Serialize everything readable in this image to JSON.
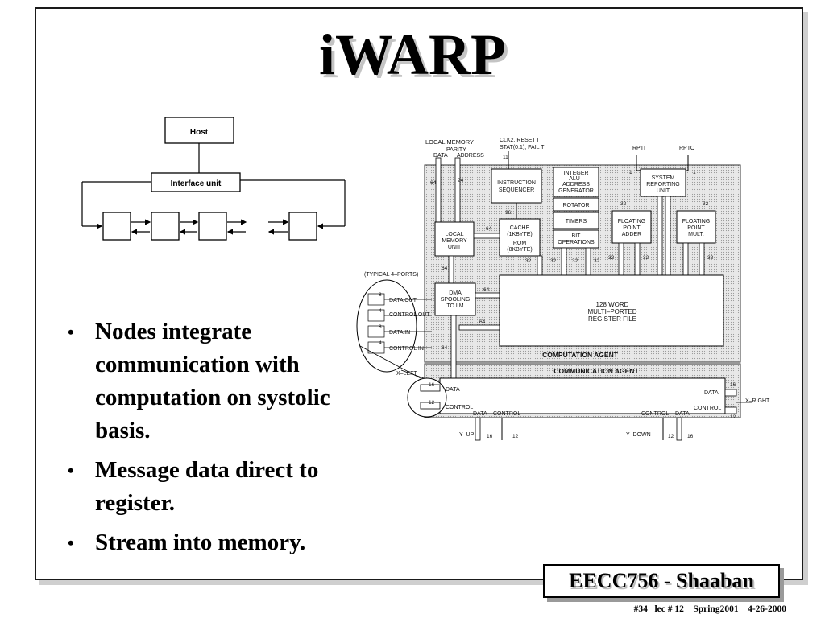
{
  "title": "iWARP",
  "network": {
    "host_label": "Host",
    "interface_label": "Interface unit"
  },
  "arch": {
    "local_memory": "LOCAL MEMORY",
    "parity": "PARITY",
    "data": "DATA",
    "address": "ADDRESS",
    "clk_line1": "CLK2, RESET I",
    "clk_line2": "STAT(0:1), FAIL T",
    "rpti": "RPTI",
    "rpto": "RPTO",
    "instruction_sequencer_1": "INSTRUCTION",
    "instruction_sequencer_2": "SEQUENCER",
    "integer_alu_1": "INTEGER",
    "integer_alu_2": "ALU–",
    "integer_alu_3": "ADDRESS",
    "integer_alu_4": "GENERATOR",
    "rotator": "ROTATOR",
    "timers": "TIMERS",
    "bit_ops_1": "BIT",
    "bit_ops_2": "OPERATIONS",
    "system_reporting_1": "SYSTEM",
    "system_reporting_2": "REPORTING",
    "system_reporting_3": "UNIT",
    "lmu_1": "LOCAL",
    "lmu_2": "MEMORY",
    "lmu_3": "UNIT",
    "cache_1": "CACHE",
    "cache_2": "(1KBYTE)",
    "cache_3": "ROM",
    "cache_4": "(8KBYTE)",
    "fpa_1": "FLOATING",
    "fpa_2": "POINT",
    "fpa_3": "ADDER",
    "fpm_1": "FLOATING",
    "fpm_2": "POINT",
    "fpm_3": "MULT.",
    "typical_ports": "(TYPICAL 4–PORTS)",
    "dma_1": "DMA",
    "dma_2": "SPOOLING",
    "dma_3": "TO LM",
    "regfile_1": "128 WORD",
    "regfile_2": "MULTI–PORTED",
    "regfile_3": "REGISTER FILE",
    "data_out": "DATA OUT",
    "control_out": "CONTROL OUT",
    "data_in": "DATA  IN",
    "control_in": "CONTROL IN",
    "computation_agent": "COMPUTATION AGENT",
    "communication_agent": "COMMUNICATION AGENT",
    "x_left": "X–LEFT",
    "x_right": "X–RIGHT",
    "y_up": "Y–UP",
    "y_down": "Y–DOWN",
    "data_l": "DATA",
    "control_l": "CONTROL",
    "data_r": "DATA",
    "control_r": "CONTROL",
    "data_bl": "DATA",
    "control_bl": "CONTROL",
    "control_br": "CONTROL",
    "data_br": "DATA",
    "n64": "64",
    "n24": "24",
    "n11": "11",
    "n1": "1",
    "n96": "96",
    "n32": "32",
    "n8": "8",
    "n4": "4",
    "n16": "16",
    "n12": "12"
  },
  "bullets": [
    "Nodes integrate communication with computation on systolic basis.",
    "Message data direct to register.",
    "Stream into memory."
  ],
  "bullet_symbol": "•",
  "footer": {
    "course": "EECC756 - Shaaban",
    "meta": "#34   lec # 12    Spring2001    4-26-2000"
  }
}
